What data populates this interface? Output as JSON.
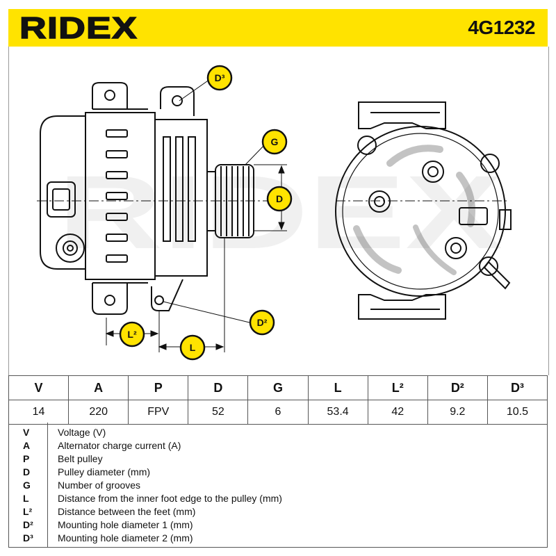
{
  "brand": {
    "logo_text": "RIDEX",
    "accent_color": "#ffe300",
    "text_color": "#111111"
  },
  "header": {
    "part_number": "4G1232"
  },
  "drawing": {
    "watermark": "RIDEX",
    "dimension_badges": {
      "d3": "D³",
      "g": "G",
      "d": "D",
      "l2": "L²",
      "l": "L",
      "d2": "D²"
    }
  },
  "specs": {
    "columns": [
      "V",
      "A",
      "P",
      "D",
      "G",
      "L",
      "L²",
      "D²",
      "D³"
    ],
    "values": [
      "14",
      "220",
      "FPV",
      "52",
      "6",
      "53.4",
      "42",
      "9.2",
      "10.5"
    ]
  },
  "legend": [
    {
      "key": "V",
      "desc": "Voltage (V)"
    },
    {
      "key": "A",
      "desc": "Alternator charge current (A)"
    },
    {
      "key": "P",
      "desc": "Belt pulley"
    },
    {
      "key": "D",
      "desc": "Pulley diameter (mm)"
    },
    {
      "key": "G",
      "desc": "Number of grooves"
    },
    {
      "key": "L",
      "desc": "Distance from the inner foot edge to the pulley (mm)"
    },
    {
      "key": "L²",
      "desc": "Distance between the feet (mm)"
    },
    {
      "key": "D²",
      "desc": "Mounting hole diameter 1 (mm)"
    },
    {
      "key": "D³",
      "desc": "Mounting hole diameter 2 (mm)"
    }
  ]
}
